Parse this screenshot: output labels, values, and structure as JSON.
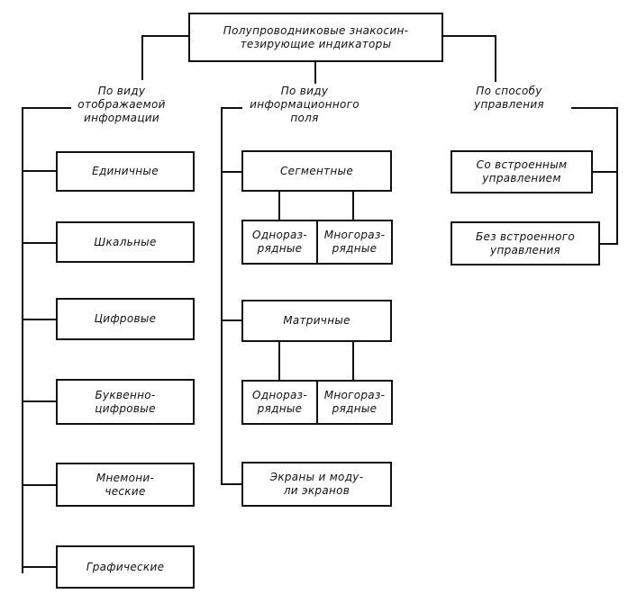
{
  "root": {
    "text": "Полупроводниковые знакосин-\nтезирующие индикаторы"
  },
  "categories": {
    "info": "По виду\nотображаемой\nинформации",
    "field": "По виду\nинформационного\nполя",
    "control": "По способу\nуправления"
  },
  "info_items": [
    "Единичные",
    "Шкальные",
    "Цифровые",
    "Буквенно-\nцифровые",
    "Мнемони-\nческие",
    "Графические"
  ],
  "field_items": {
    "segment": "Сегментные",
    "segment_single": "Однораз-\nрядные",
    "segment_multi": "Многораз-\nрядные",
    "matrix": "Матричные",
    "matrix_single": "Однораз-\nрядные",
    "matrix_multi": "Многораз-\nрядные",
    "screens": "Экраны и моду-\nли экранов"
  },
  "control_items": [
    "Со встроенным\nуправлением",
    "Без встроенного\nуправления"
  ]
}
